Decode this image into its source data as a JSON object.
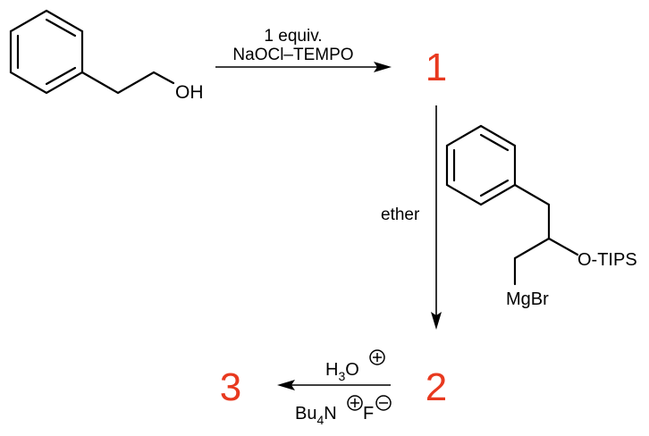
{
  "scheme": {
    "reagent_top_line1": "1 equiv.",
    "reagent_top_line2": "NaOCl–TEMPO",
    "sm_oh": "OH",
    "compound_1": "1",
    "compound_2": "2",
    "compound_3": "3",
    "solvent_label": "ether",
    "grignard_otips": "O-TIPS",
    "grignard_mgbr": "MgBr",
    "workup_h3o_base": "H",
    "workup_h3o_sub": "3",
    "workup_h3o_o": "O",
    "workup_bu4nf_base": "Bu",
    "workup_bu4nf_sub": "4",
    "workup_bu4nf_n": "N",
    "workup_bu4nf_f": "F",
    "charge_plus": "+",
    "charge_minus": "−"
  }
}
